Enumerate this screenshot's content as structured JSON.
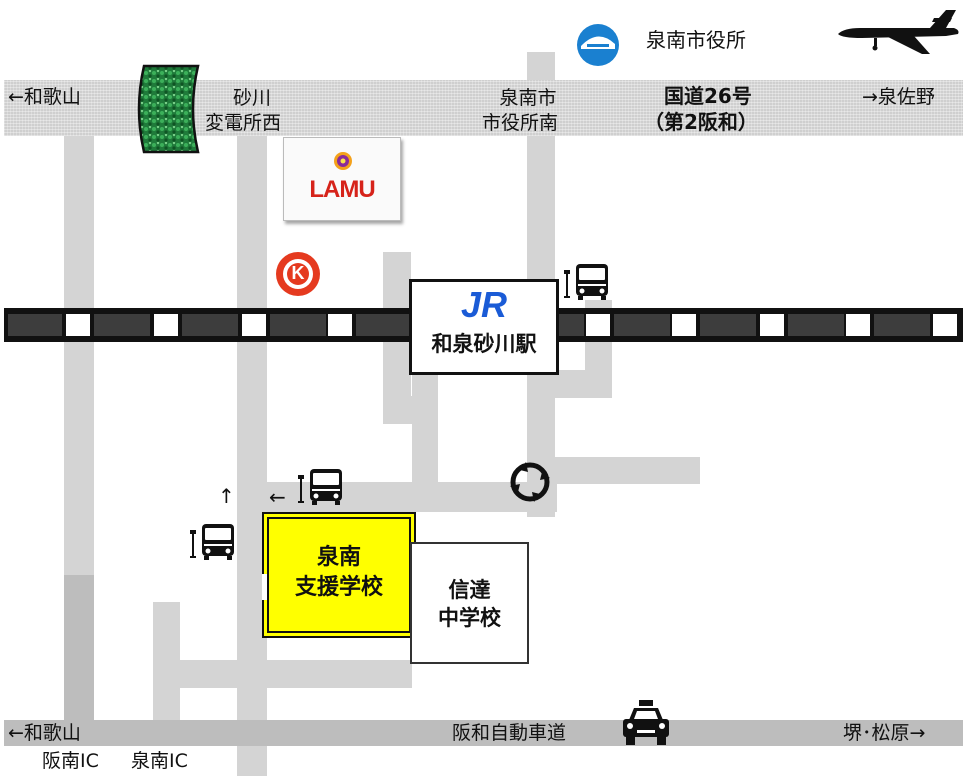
{
  "labels": {
    "city_hall": "泉南市役所",
    "left_wakayama_top": "←和歌山",
    "sunagawa_substation_1": "砂川",
    "sunagawa_substation_2": "変電所西",
    "city_hall_south_1": "泉南市",
    "city_hall_south_2": "市役所南",
    "route26_1": "国道26号",
    "route26_2": "（第2阪和）",
    "right_izumisano": "→泉佐野",
    "lamu": "LAMU",
    "jr_logo": "JR",
    "station": "和泉砂川駅",
    "arrow_up": "↑",
    "arrow_left": "←",
    "school_1": "泉南",
    "school_2": "支援学校",
    "jhs_1": "信達",
    "jhs_2": "中学校",
    "left_wakayama_bottom": "←和歌山",
    "hanwa_expressway": "阪和自動車道",
    "right_sakai": "堺･松原→",
    "ic_hannan": "阪南IC",
    "ic_sennan": "泉南IC",
    "circle_k": "K"
  },
  "icons": {
    "city_hall": "city-hall-emblem-icon",
    "airplane": "airplane-icon",
    "tree": "tree-icon",
    "convenience": "circle-k-logo-icon",
    "bus": "bus-stop-icon",
    "roundabout": "roundabout-icon",
    "taxi": "taxi-icon"
  },
  "colors": {
    "school_fill": "#ffff00",
    "jr_blue": "#1a5bd6",
    "lamu_red": "#d6231a",
    "circle_k_red": "#e53a1f",
    "emblem_blue": "#1a80d0"
  }
}
